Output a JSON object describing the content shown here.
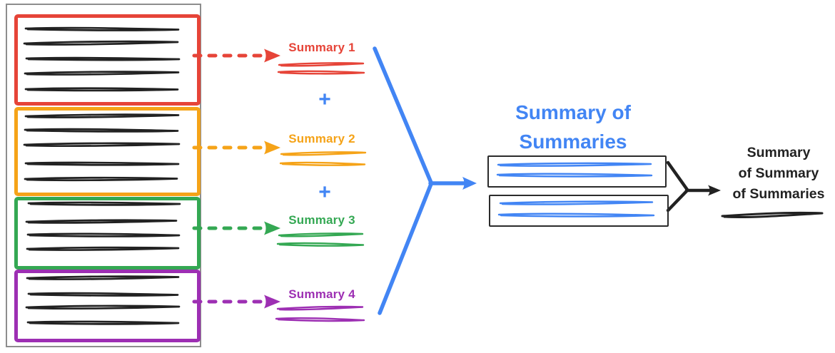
{
  "colors": {
    "red": "#e64438",
    "orange": "#f5a318",
    "green": "#34a853",
    "purple": "#9d2fb3",
    "blue": "#4285f4",
    "ink": "#222222",
    "frame": "#8d8d8d",
    "outline": "#2b2b2b"
  },
  "diagram": {
    "source_document": {
      "sections": [
        {
          "color": "red",
          "text_lines": 5
        },
        {
          "color": "orange",
          "text_lines": 5
        },
        {
          "color": "green",
          "text_lines": 4
        },
        {
          "color": "purple",
          "text_lines": 4
        }
      ]
    },
    "summaries": [
      {
        "label": "Summary 1",
        "color": "red"
      },
      {
        "label": "Summary 2",
        "color": "orange"
      },
      {
        "label": "Summary 3",
        "color": "green"
      },
      {
        "label": "Summary 4",
        "color": "purple"
      }
    ],
    "plus_operator": "+",
    "intermediate_summary": {
      "title": "Summary of\nSummaries",
      "text_lines": 4
    },
    "final_summary": {
      "label": "Summary\nof Summary\nof Summaries",
      "text_lines": 1
    }
  }
}
